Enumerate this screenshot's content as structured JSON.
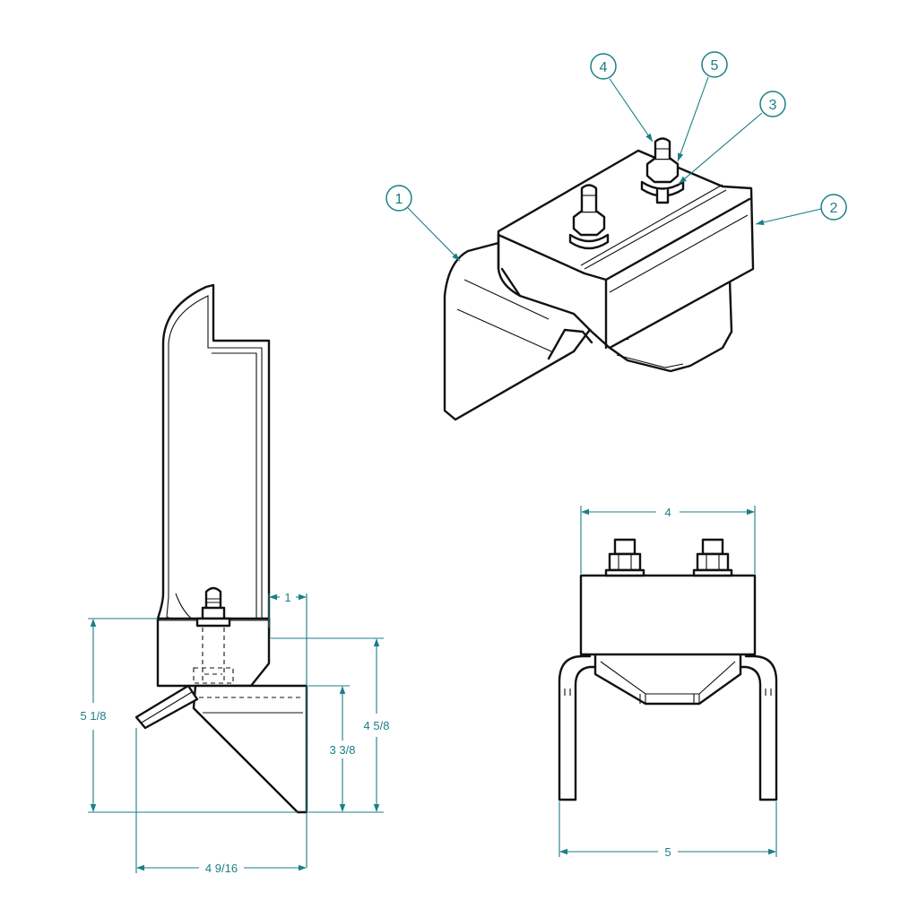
{
  "colors": {
    "object_line": "#111111",
    "annotation": "#1a7f86",
    "background": "#ffffff"
  },
  "balloons": [
    {
      "id": "balloon-1",
      "label": "1"
    },
    {
      "id": "balloon-2",
      "label": "2"
    },
    {
      "id": "balloon-3",
      "label": "3"
    },
    {
      "id": "balloon-4",
      "label": "4"
    },
    {
      "id": "balloon-5",
      "label": "5"
    }
  ],
  "dimensions": {
    "side_view": {
      "flange_width": "1",
      "overall_height": "5 1/8",
      "bracket_height": "4 5/8",
      "plate_height": "3 3/8",
      "overall_depth": "4 9/16"
    },
    "front_view": {
      "top_width": "4",
      "overall_width": "5"
    }
  }
}
